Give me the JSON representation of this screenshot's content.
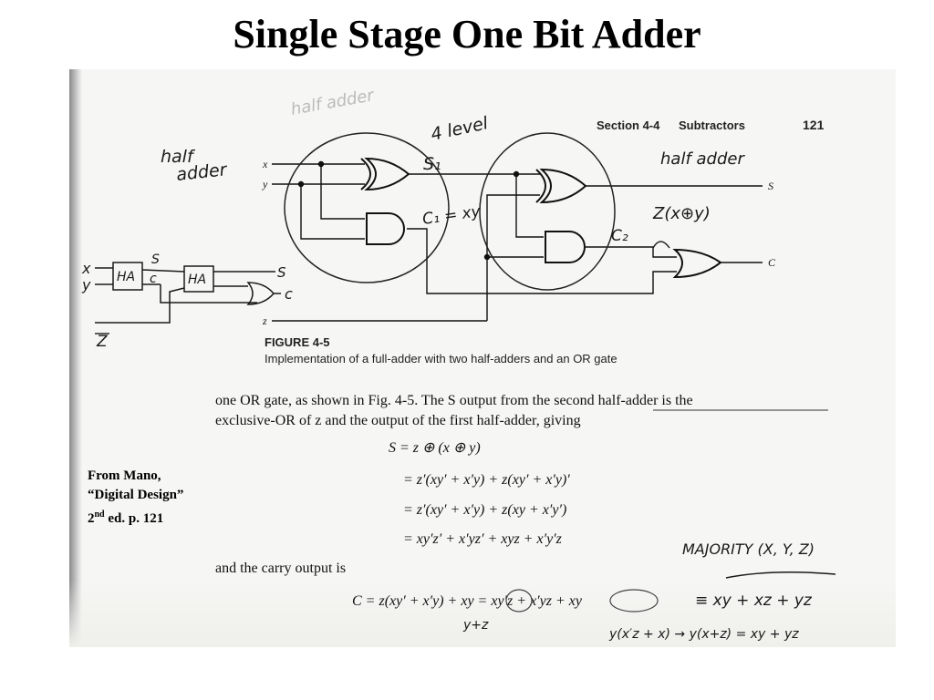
{
  "slide": {
    "title": "Single Stage One Bit Adder"
  },
  "source_note": {
    "line1": "From Mano,",
    "line2": "“Digital Design”",
    "edition_num": "2",
    "edition_sup": "nd",
    "edition_rest": " ed. p. 121"
  },
  "page_header": {
    "section": "Section 4-4",
    "topic": "Subtractors",
    "page_number": "121"
  },
  "figure": {
    "label": "FIGURE 4-5",
    "caption": "Implementation of a full-adder with two half-adders and an OR gate",
    "inputs": {
      "x": "x",
      "y": "y",
      "z": "z"
    },
    "outputs": {
      "s": "S",
      "c": "C"
    }
  },
  "body_text": {
    "para1_line1": "one OR gate, as shown in Fig. 4-5. The S output from the second half-adder is the",
    "para1_line2": "exclusive-OR of z and the output of the first half-adder, giving",
    "eq1": "S = z ⊕ (x ⊕ y)",
    "eq2": "= z′(xy′ + x′y) + z(xy′ + x′y)′",
    "eq3": "= z′(xy′ + x′y) + z(xy + x′y′)",
    "eq4": "= xy′z′ + x′yz′ + xyz + x′y′z",
    "para2": "and the carry output is",
    "eq5": "C = z(xy′ + x′y) + xy = xy′z + x′yz + xy"
  },
  "annotations": {
    "half_adder_top": "half adder",
    "half_adder_left_1": "half",
    "half_adder_left_2": "adder",
    "half_adder_right": "half adder",
    "four_level": "4 level",
    "s1": "S₁",
    "c1": "C₁ = xy",
    "c2": "C₂",
    "z_xor": "Z(x⊕y)",
    "ha_block_1": "HA",
    "ha_block_2": "HA",
    "ha_s": "S",
    "ha_c": "c",
    "ha_x": "x",
    "ha_y": "y",
    "ha_z": "Z",
    "ha_out_s": "S",
    "ha_out_c": "c",
    "majority": "MAJORITY (X, Y, Z)",
    "majority_sum": "≡ xy + xz + yz",
    "y_plus_z": "y+z",
    "bottom_eq": "y(x′z + x) → y(x+z) = xy + yz"
  }
}
